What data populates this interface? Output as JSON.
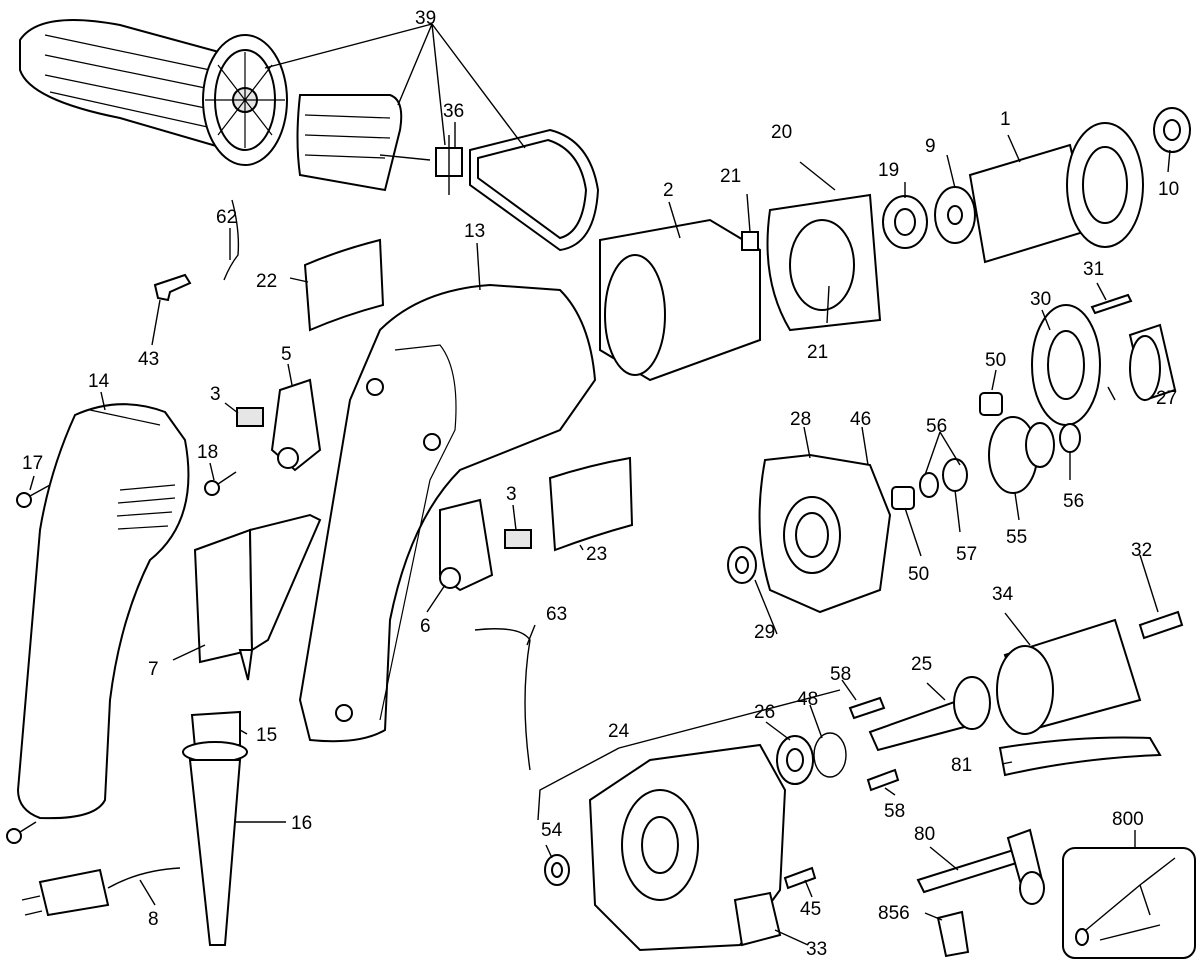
{
  "labels": {
    "p1": "1",
    "p2": "2",
    "p3a": "3",
    "p3b": "3",
    "p5": "5",
    "p6": "6",
    "p7": "7",
    "p8": "8",
    "p9": "9",
    "p10": "10",
    "p13": "13",
    "p14": "14",
    "p15": "15",
    "p16": "16",
    "p17": "17",
    "p18": "18",
    "p19": "19",
    "p20": "20",
    "p21a": "21",
    "p21b": "21",
    "p22": "22",
    "p23": "23",
    "p24": "24",
    "p25": "25",
    "p26": "26",
    "p27": "27",
    "p28": "28",
    "p29": "29",
    "p30": "30",
    "p31": "31",
    "p32": "32",
    "p33": "33",
    "p34": "34",
    "p36": "36",
    "p39": "39",
    "p43": "43",
    "p45": "45",
    "p46": "46",
    "p48": "48",
    "p50a": "50",
    "p50b": "50",
    "p54": "54",
    "p55": "55",
    "p56a": "56",
    "p56b": "56",
    "p57": "57",
    "p58a": "58",
    "p58b": "58",
    "p62": "62",
    "p63": "63",
    "p80": "80",
    "p81": "81",
    "p800": "800",
    "p856": "856"
  }
}
